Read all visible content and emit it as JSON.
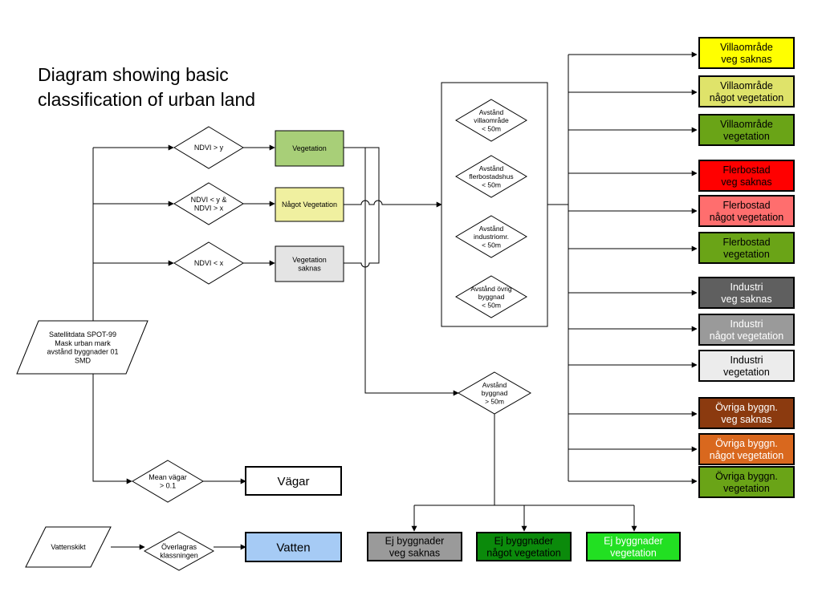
{
  "title": {
    "line1": "Diagram showing basic",
    "line2": "classification of urban land"
  },
  "input": {
    "satellite": [
      "Satellitdata SPOT-99",
      "Mask urban mark",
      "avstånd byggnader 01",
      "SMD"
    ],
    "water": [
      "Vattenskikt"
    ]
  },
  "decisions": {
    "ndvi_high": [
      "NDVI > y"
    ],
    "ndvi_mid": [
      "NDVI < y &",
      "NDVI > x"
    ],
    "ndvi_low": [
      "NDVI < x"
    ],
    "mean_roads": [
      "Mean vägar",
      "> 0.1"
    ],
    "overlay": [
      "Överlagras",
      "klassningen"
    ],
    "dist_villa": [
      "Avstånd",
      "villaområde",
      "< 50m"
    ],
    "dist_multi": [
      "Avstånd",
      "flerbostadshus",
      "< 50m"
    ],
    "dist_industry": [
      "Avstånd",
      "industriomr.",
      "< 50m"
    ],
    "dist_other": [
      "Avstånd övrig",
      "byggnad",
      "< 50m"
    ],
    "dist_building": [
      "Avstånd",
      "byggnad",
      "> 50m"
    ]
  },
  "veg_classes": {
    "veg": [
      "Vegetation"
    ],
    "some": [
      "Något Vegetation"
    ],
    "none": [
      "Vegetation",
      "saknas"
    ]
  },
  "outputs": {
    "roads": [
      "Vägar"
    ],
    "water": [
      "Vatten"
    ],
    "villa_none": [
      "Villaområde",
      "veg saknas"
    ],
    "villa_some": [
      "Villaområde",
      "något vegetation"
    ],
    "villa_veg": [
      "Villaområde",
      "vegetation"
    ],
    "multi_none": [
      "Flerbostad",
      "veg saknas"
    ],
    "multi_some": [
      "Flerbostad",
      "något vegetation"
    ],
    "multi_veg": [
      "Flerbostad",
      "vegetation"
    ],
    "ind_none": [
      "Industri",
      "veg saknas"
    ],
    "ind_some": [
      "Industri",
      "något vegetation"
    ],
    "ind_veg": [
      "Industri",
      "vegetation"
    ],
    "other_none": [
      "Övriga byggn.",
      "veg saknas"
    ],
    "other_some": [
      "Övriga byggn.",
      "något vegetation"
    ],
    "other_veg": [
      "Övriga byggn.",
      "vegetation"
    ],
    "nob_none": [
      "Ej byggnader",
      "veg saknas"
    ],
    "nob_some": [
      "Ej byggnader",
      "något vegetation"
    ],
    "nob_veg": [
      "Ej byggnader",
      "vegetation"
    ]
  },
  "colors": {
    "villa_none": "#ffff00",
    "villa_some": "#dfe36a",
    "villa_veg": "#6aa417",
    "multi_none": "#ff0000",
    "multi_some": "#ff6e6e",
    "multi_veg": "#6aa417",
    "ind_none": "#5f5f5f",
    "ind_some": "#9a9a9a",
    "ind_veg": "#ececec",
    "other_none": "#8b3a0f",
    "other_some": "#d9681e",
    "other_veg": "#6aa417",
    "nob_none": "#9a9a9a",
    "nob_some": "#0b8a0b",
    "nob_veg": "#22e022",
    "veg": "#a8cf78",
    "some": "#f0f0a0",
    "none": "#e4e4e4",
    "roads": "#ffffff",
    "water": "#a6cbf5"
  }
}
